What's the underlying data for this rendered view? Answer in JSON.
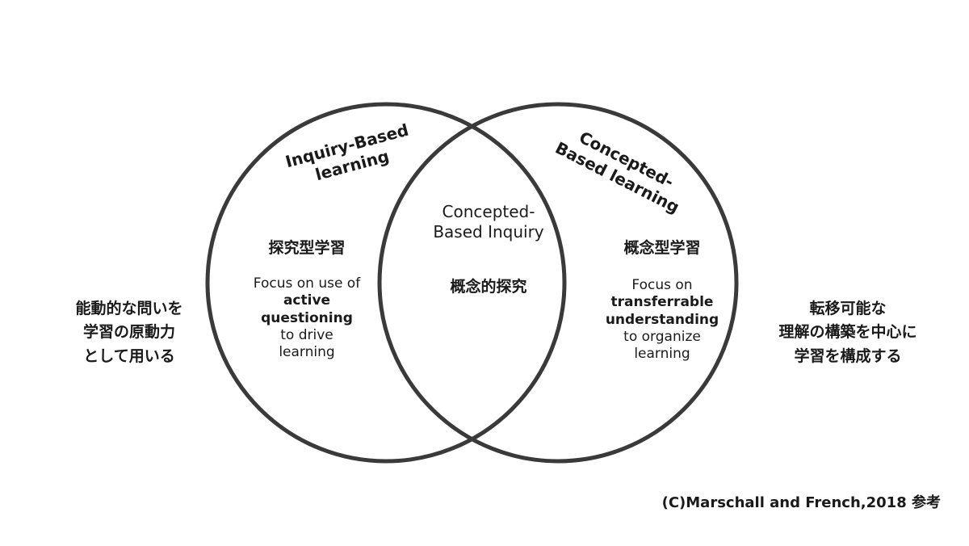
{
  "diagram": {
    "left_circle": {
      "title_lines": [
        "Inquiry-Based",
        "learning"
      ],
      "ja_title": "探究型学習",
      "description_lines": [
        "Focus on use of",
        "active",
        "questioning",
        "to drive",
        "learning"
      ]
    },
    "right_circle": {
      "title_lines": [
        "Concepted-",
        "Based learning"
      ],
      "ja_title": "概念型学習",
      "description_lines": [
        "Focus on",
        "transferrable",
        "understanding",
        "to organize",
        "learning"
      ]
    },
    "intersection": {
      "title_lines": [
        "Concepted-",
        "Based Inquiry"
      ],
      "ja_title": "概念的探究"
    },
    "left_note_lines": [
      "能動的な問いを",
      "学習の原動力",
      "として用いる"
    ],
    "right_note_lines": [
      "転移可能な",
      "理解の構築を中心に",
      "学習を構成する"
    ],
    "credit": "(C)Marschall and French,2018 参考"
  },
  "colors": {
    "stroke": "#3a3a3a",
    "text": "#1a1a1a",
    "background": "#ffffff"
  }
}
